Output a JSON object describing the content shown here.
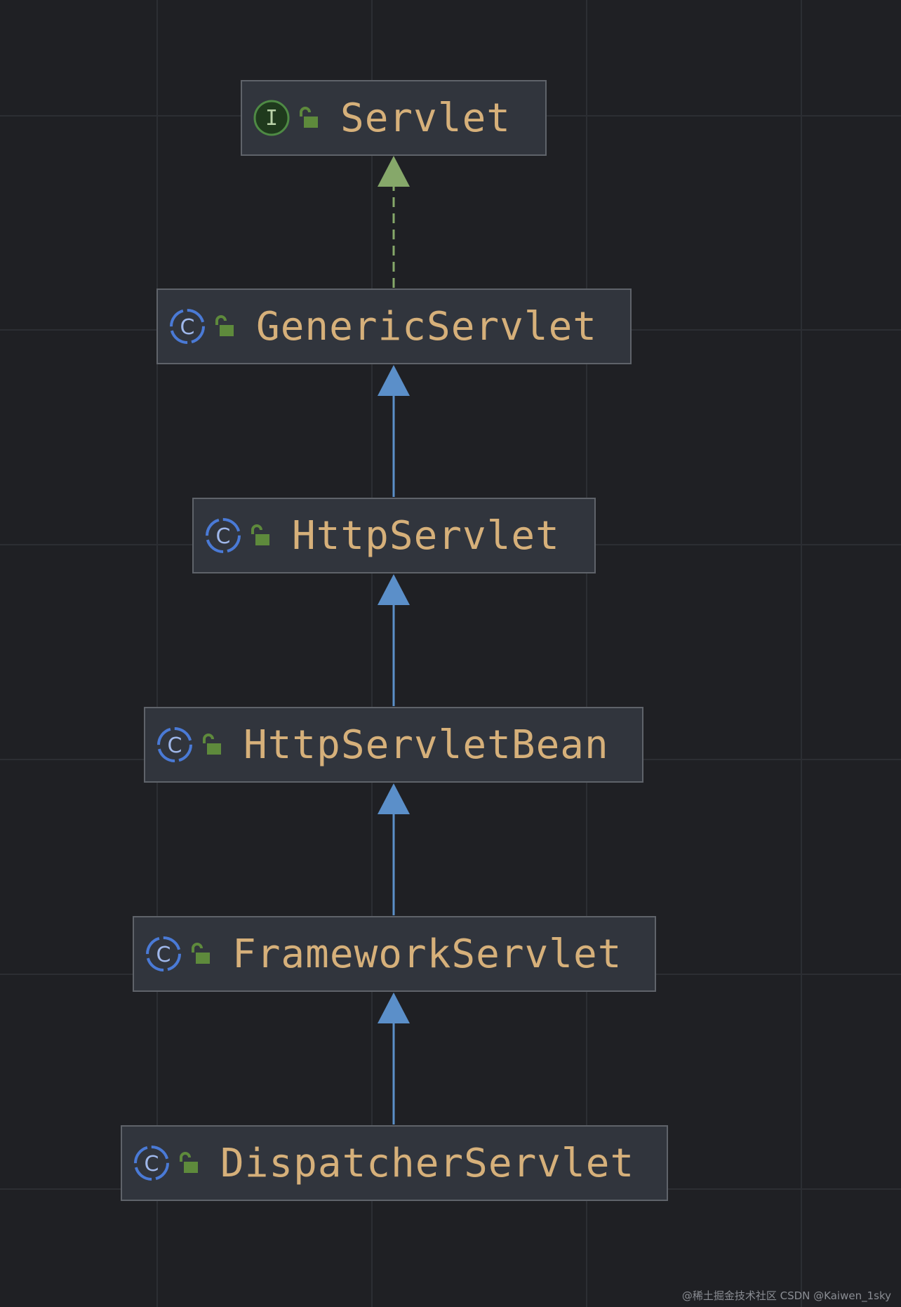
{
  "diagram": {
    "nodes": [
      {
        "id": "servlet",
        "name": "Servlet",
        "kind": "interface",
        "kind_letter": "I",
        "kind_icon": "interface-icon",
        "access_icon": "public-lock-icon"
      },
      {
        "id": "generic",
        "name": "GenericServlet",
        "kind": "class",
        "kind_letter": "C",
        "kind_icon": "class-icon",
        "access_icon": "public-lock-icon"
      },
      {
        "id": "http",
        "name": "HttpServlet",
        "kind": "class",
        "kind_letter": "C",
        "kind_icon": "class-icon",
        "access_icon": "public-lock-icon"
      },
      {
        "id": "bean",
        "name": "HttpServletBean",
        "kind": "class",
        "kind_letter": "C",
        "kind_icon": "class-icon",
        "access_icon": "public-lock-icon"
      },
      {
        "id": "framework",
        "name": "FrameworkServlet",
        "kind": "class",
        "kind_letter": "C",
        "kind_icon": "class-icon",
        "access_icon": "public-lock-icon"
      },
      {
        "id": "dispatcher",
        "name": "DispatcherServlet",
        "kind": "class",
        "kind_letter": "C",
        "kind_icon": "class-icon",
        "access_icon": "public-lock-icon"
      }
    ],
    "edges": [
      {
        "from": "generic",
        "to": "servlet",
        "type": "implements",
        "style": "dashed"
      },
      {
        "from": "http",
        "to": "generic",
        "type": "extends",
        "style": "solid"
      },
      {
        "from": "bean",
        "to": "http",
        "type": "extends",
        "style": "solid"
      },
      {
        "from": "framework",
        "to": "bean",
        "type": "extends",
        "style": "solid"
      },
      {
        "from": "dispatcher",
        "to": "framework",
        "type": "extends",
        "style": "solid"
      }
    ]
  },
  "colors": {
    "background": "#1f2024",
    "node_fill": "#31353d",
    "node_border": "#5f636a",
    "name_text": "#d6b07a",
    "class_icon": "#4a7ad6",
    "interface_icon": "#3d6b3a",
    "lock": "#5e8a3c",
    "extends_edge": "#5b8fc9",
    "implements_edge": "#86a86a"
  },
  "watermark": "@稀土掘金技术社区 CSDN @Kaiwen_1sky"
}
